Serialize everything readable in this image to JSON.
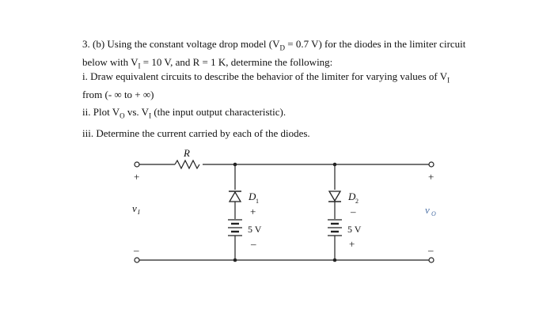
{
  "problem": {
    "line1": "3. (b) Using the constant voltage drop model (V",
    "line1_sub": "D",
    "line1_rest": " = 0.7 V) for the diodes in the limiter circuit",
    "line2": "below with V",
    "line2_sub": "I",
    "line2_rest": " = 10 V, and R = 1 K, determine the following:",
    "part_i_a": "i. Draw equivalent circuits to describe the behavior of the limiter for varying values of V",
    "part_i_a_sub": "I",
    "part_i_b": "from (- ∞ to + ∞)",
    "part_ii_a": "ii. Plot V",
    "part_ii_sub1": "O",
    "part_ii_b": " vs. V",
    "part_ii_sub2": "I",
    "part_ii_c": " (the input output characteristic).",
    "part_iii": "iii. Determine the current carried by each of the diodes."
  },
  "circuit": {
    "resistor_label": "R",
    "d1_label": "D",
    "d1_sub": "1",
    "d2_label": "D",
    "d2_sub": "2",
    "battery1_label": "5 V",
    "battery2_label": "5 V",
    "input_label": "v",
    "input_sub": "I",
    "output_label": "v",
    "output_sub": "O",
    "plus": "+",
    "minus": "–"
  }
}
